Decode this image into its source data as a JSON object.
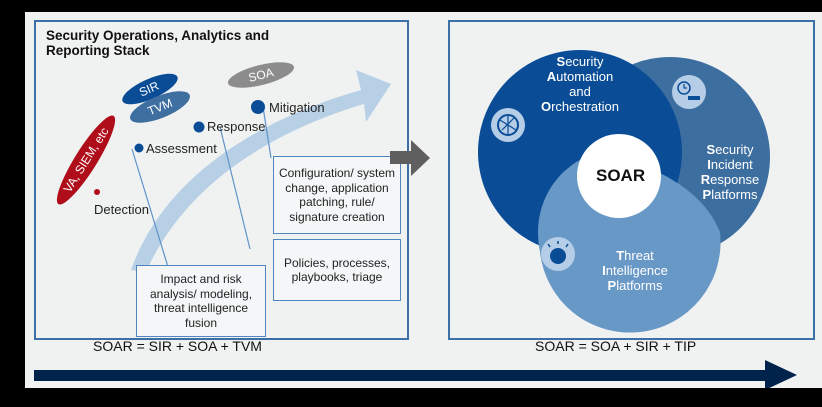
{
  "left_panel": {
    "title": "Security Operations, Analytics and Reporting Stack",
    "ellipses": {
      "red": "VA, SIEM, etc",
      "sir": "SIR",
      "tvm": "TVM",
      "soa": "SOA"
    },
    "stages": [
      "Detection",
      "Assessment",
      "Response",
      "Mitigation"
    ],
    "boxes": {
      "mitigation": "Configuration/ system change, application patching, rule/ signature creation",
      "response": "Policies, processes, playbooks, triage",
      "assessment": "Impact and risk analysis/ modeling, threat intelligence fusion"
    },
    "formula": "SOAR = SIR + SOA + TVM"
  },
  "right_panel": {
    "center": "SOAR",
    "circles": [
      {
        "name": "soa",
        "first": [
          "S",
          "A",
          "",
          "O"
        ],
        "rest": [
          "ecurity",
          "utomation",
          "and",
          "rchestration"
        ],
        "icon": "globe-network-icon",
        "color": "#0a4d96"
      },
      {
        "name": "sir",
        "first": [
          "S",
          "I",
          "R",
          "P"
        ],
        "rest": [
          "ecurity",
          "ncident",
          "esponse",
          "latforms"
        ],
        "icon": "clock-team-icon",
        "color": "#3d6ea0"
      },
      {
        "name": "tip",
        "first": [
          "T",
          "I",
          "P"
        ],
        "rest": [
          "hreat",
          "ntelligence",
          "latforms"
        ],
        "icon": "brain-head-icon",
        "color": "#6898c6"
      }
    ],
    "formula": "SOAR = SOA + SIR + TIP"
  },
  "colors": {
    "dark_navy": "#00234b",
    "panel_border": "#3d6fa8",
    "arrow_gray": "#5f5f5f",
    "red": "#b00d1a"
  }
}
